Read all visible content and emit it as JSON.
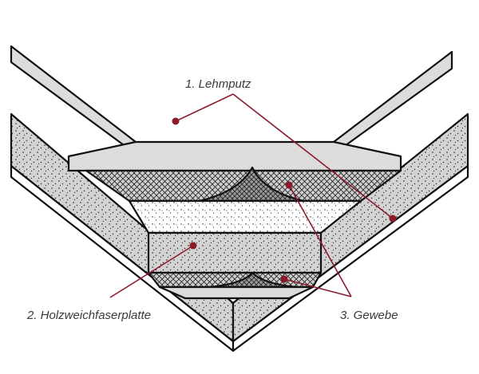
{
  "labels": {
    "lehmputz": "1. Lehmputz",
    "holzweichfaserplatte": "2. Holzweichfaserplatte",
    "gewebe": "3. Gewebe"
  },
  "colors": {
    "plaster_fill": "#dcdcdc",
    "board_fill": "#d3d3d3",
    "mesh_fill": "#cfcfcf",
    "fiber_fill": "#ffffff",
    "outline": "#111111",
    "leader_line": "#8b1a2b",
    "label_text": "#3a3a3a"
  }
}
